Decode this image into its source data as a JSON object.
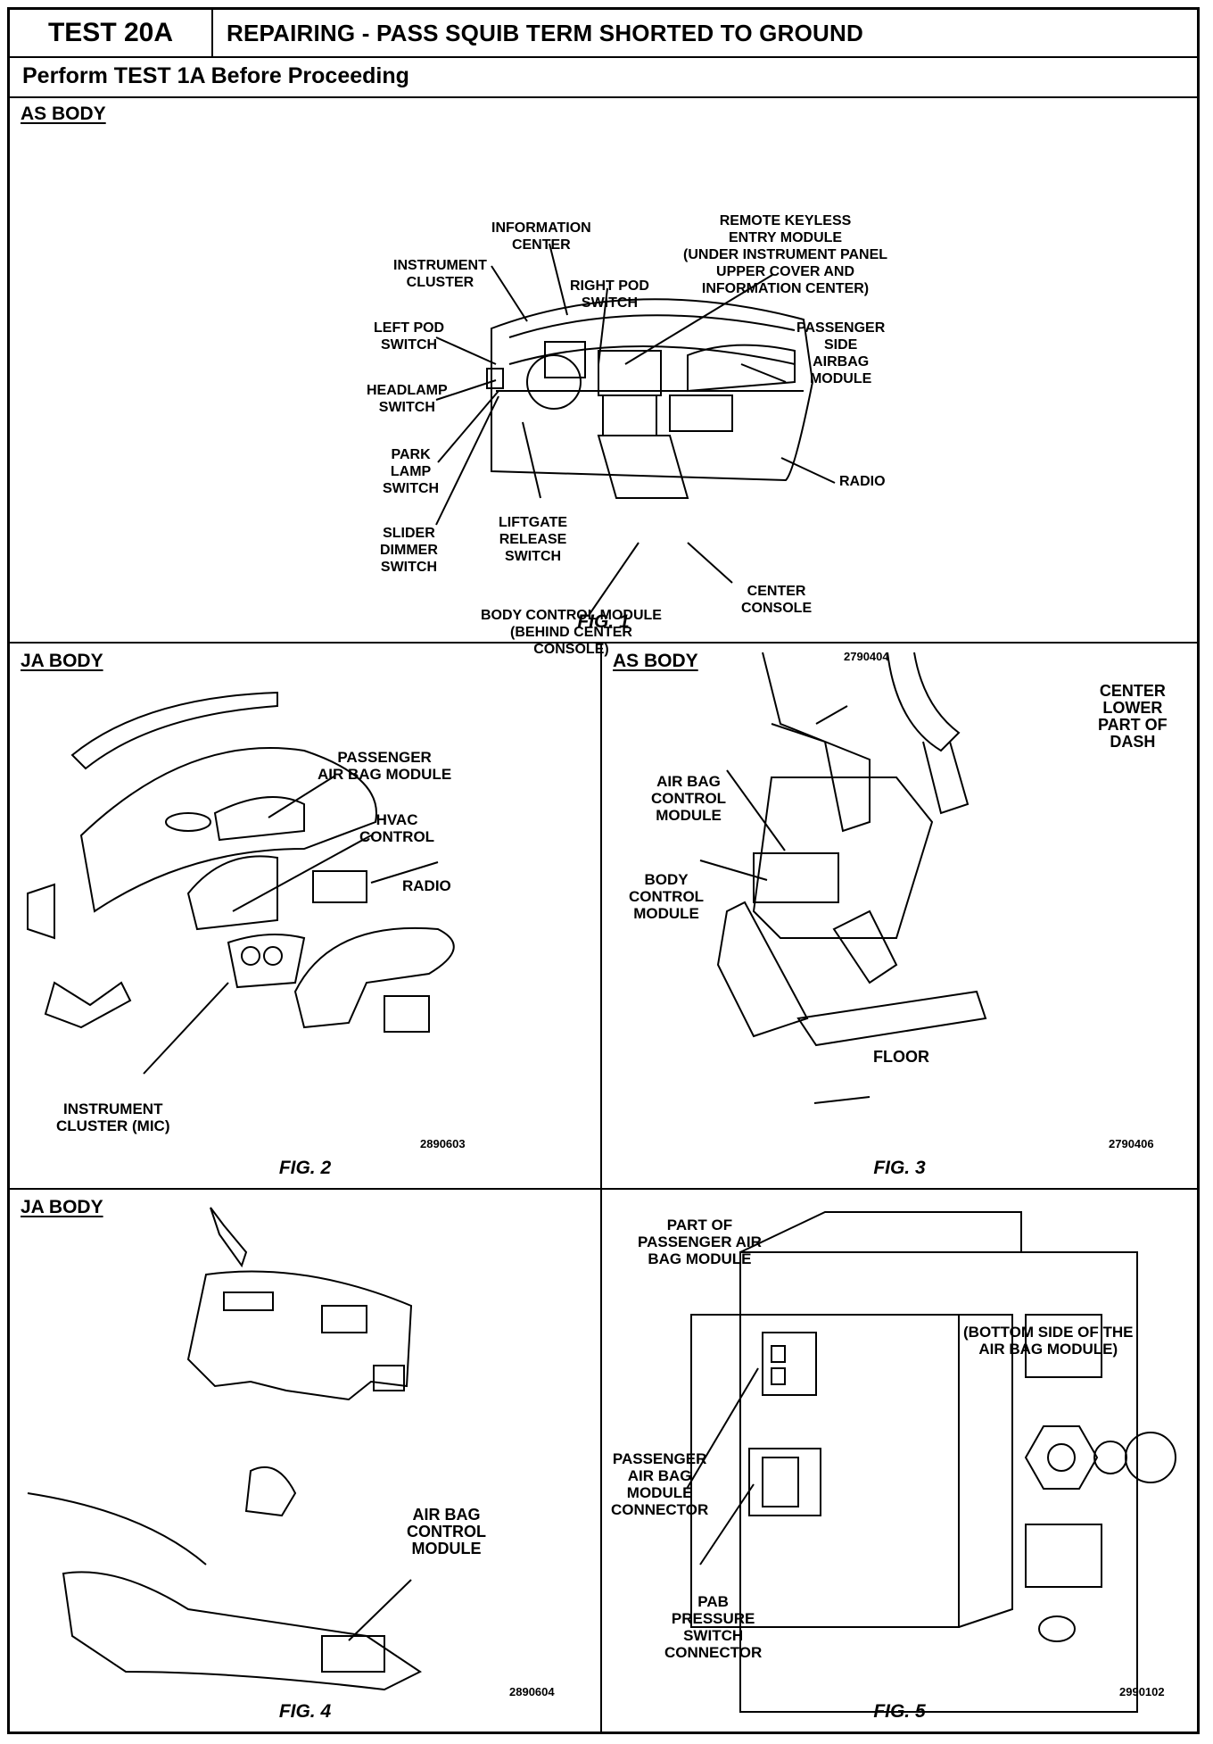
{
  "header": {
    "test_id": "TEST 20A",
    "title": "REPAIRING - PASS SQUIB TERM SHORTED TO GROUND",
    "instruction": "Perform TEST 1A Before Proceeding"
  },
  "fig1": {
    "body": "AS BODY",
    "caption": "FIG. 1",
    "code": "2790404",
    "labels": {
      "information_center": "INFORMATION\nCENTER",
      "remote_keyless": "REMOTE KEYLESS\nENTRY MODULE\n(UNDER INSTRUMENT PANEL\nUPPER COVER AND\nINFORMATION CENTER)",
      "instrument_cluster": "INSTRUMENT\nCLUSTER",
      "right_pod": "RIGHT POD\nSWITCH",
      "left_pod": "LEFT POD\nSWITCH",
      "passenger_airbag": "PASSENGER\nSIDE\nAIRBAG\nMODULE",
      "headlamp": "HEADLAMP\nSWITCH",
      "park_lamp": "PARK\nLAMP\nSWITCH",
      "radio": "RADIO",
      "slider_dimmer": "SLIDER\nDIMMER\nSWITCH",
      "liftgate": "LIFTGATE\nRELEASE\nSWITCH",
      "center_console": "CENTER\nCONSOLE",
      "bcm": "BODY CONTROL MODULE\n(BEHIND CENTER\nCONSOLE)"
    }
  },
  "fig2": {
    "body": "JA BODY",
    "caption": "FIG. 2",
    "code": "2890603",
    "labels": {
      "passenger_airbag": "PASSENGER\nAIR BAG MODULE",
      "hvac": "HVAC\nCONTROL",
      "radio": "RADIO",
      "cluster": "INSTRUMENT\nCLUSTER (MIC)"
    }
  },
  "fig3": {
    "body": "AS BODY",
    "caption": "FIG. 3",
    "code": "2790406",
    "labels": {
      "center_lower": "CENTER\nLOWER\nPART OF\nDASH",
      "acm": "AIR BAG\nCONTROL\nMODULE",
      "bcm": "BODY\nCONTROL\nMODULE",
      "floor": "FLOOR"
    }
  },
  "fig4": {
    "body": "JA BODY",
    "caption": "FIG. 4",
    "code": "2890604",
    "labels": {
      "acm": "AIR BAG\nCONTROL\nMODULE"
    }
  },
  "fig5": {
    "caption": "FIG. 5",
    "code": "2990102",
    "labels": {
      "part_of": "PART OF\nPASSENGER AIR\nBAG MODULE",
      "bottom_side": "(BOTTOM SIDE OF THE\nAIR BAG MODULE)",
      "connector": "PASSENGER\nAIR BAG\nMODULE\nCONNECTOR",
      "pab": "PAB\nPRESSURE\nSWITCH\nCONNECTOR"
    }
  }
}
